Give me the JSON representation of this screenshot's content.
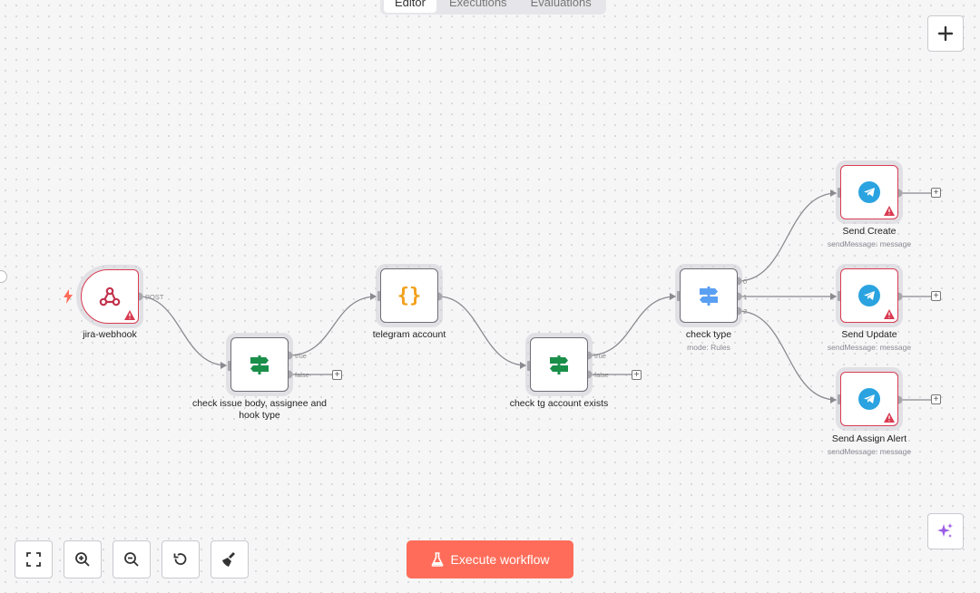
{
  "tabs": [
    {
      "label": "Editor",
      "active": true
    },
    {
      "label": "Executions",
      "active": false
    },
    {
      "label": "Evaluations",
      "active": false
    }
  ],
  "nodes": {
    "jira_webhook": {
      "label": "jira-webhook",
      "port_label": "POST"
    },
    "check_issue": {
      "label": "check issue body, assignee and hook type",
      "true_label": "true",
      "false_label": "false"
    },
    "telegram_account": {
      "label": "telegram account",
      "icon_text": "{}"
    },
    "check_tg": {
      "label": "check tg account exists",
      "true_label": "true",
      "false_label": "false"
    },
    "check_type": {
      "label": "check type",
      "subtitle": "mode: Rules",
      "out0": "0",
      "out1": "1",
      "out2": "2"
    },
    "send_create": {
      "label": "Send Create",
      "subtitle": "sendMessage: message"
    },
    "send_update": {
      "label": "Send Update",
      "subtitle": "sendMessage: message"
    },
    "send_assign": {
      "label": "Send Assign Alert",
      "subtitle": "sendMessage: message"
    }
  },
  "execute_button": {
    "label": "Execute workflow"
  },
  "colors": {
    "accent": "#ff6d5a",
    "error": "#d93b52",
    "telegram": "#2aa3e0",
    "filter_green": "#1a8f4a",
    "switch_blue": "#5aa0f2",
    "code_orange": "#f2a01b",
    "webhook_red": "#c2334d",
    "ai_purple": "#9b5de5"
  },
  "icons": {
    "add": "plus-icon",
    "ai": "sparkles-icon",
    "fit": "fit-view-icon",
    "zoom_in": "zoom-in-icon",
    "zoom_out": "zoom-out-icon",
    "reset": "reset-zoom-icon",
    "tidy": "tidy-up-icon",
    "flask": "flask-icon"
  }
}
